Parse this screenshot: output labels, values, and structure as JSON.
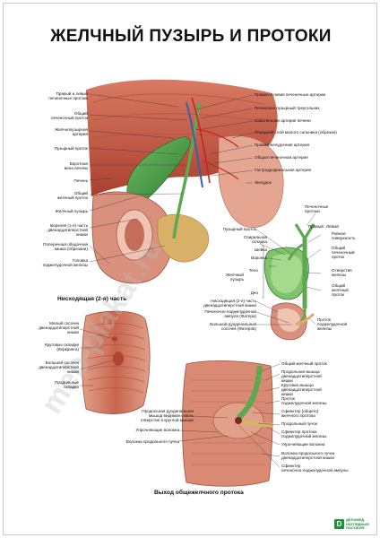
{
  "title": "ЖЕЛЧНЫЙ ПУЗЫРЬ И ПРОТОКИ",
  "colors": {
    "liver": "#c9614d",
    "liver_dark": "#9c3b2d",
    "muscle": "#cf7a62",
    "gallbladder": "#3f8f45",
    "bile_duct": "#5ea84f",
    "pancreas": "#d8b067",
    "artery": "#c8241f",
    "vein": "#3a5fa8",
    "duodenum": "#d9907c",
    "background": "#ffffff"
  },
  "main_left_labels": [
    "Правый и левый\nпеченочные протоки",
    "Общий\nпеченочный проток",
    "Желчнопузырная\nартерия",
    "Пузырный проток",
    "Воротная\nвена печени",
    "Печень",
    "Общий\nжелчный проток",
    "Желчный пузырь",
    "Верхняя (1-я) часть\nдвенадцатиперстной\nкишки",
    "Поперечная ободочная\nкишка (обрезана)",
    "Головка\nподжелудочной железы"
  ],
  "main_right_labels": [
    "Правая и левая печеночные артерии",
    "Печеночно пузырный треугольник",
    "Собственная артерия печени",
    "Передний слой малого сальника (обрезан)",
    "Правая желудочная артерия",
    "Общая печеночная артерия",
    "Гастродуоденальная артерия",
    "Желудок"
  ],
  "main_bottom_caption": "Нисходящая (2-я) часть",
  "gallbladder_panel_labels": {
    "hepatic_ducts": "Печеночные\nпротоки",
    "right": "Правый",
    "left": "Левый",
    "cystic_duct": "Пузырный проток",
    "spiral_fold": "Спиральная\nскладка",
    "smooth_surface": "Ровная\nповерхность",
    "neck": "Шейка",
    "infundibulum": "Воронка",
    "common_hepatic_duct": "Общий\nпеченочный\nпроток",
    "body": "Тело",
    "gland_openings": "Отверстия\nжелезы",
    "gallbladder": "Желчный\nпузырь",
    "fundus": "Дно",
    "common_bile_duct": "Общий\nжелчный\nпроток",
    "descending_part": "Нисходящая (2-я) часть\nдвенадцатиперстной кишки",
    "ampulla": "Печеночно-поджелудочная\nампула (Фатера)",
    "major_papilla": "Большой дуоденальный\nсосочек (Фатеров)",
    "pancreatic_duct": "Проток\nподжелудочной\nжелезы"
  },
  "duodenum_panel_labels": [
    "Малый сосочек\nдвенадцатиперстной\nкишки",
    "Круговые складки\n(Керкринга)",
    "Большой сосочек\nдвенадцатиперстной\nкишки",
    "Продольные\nскладки"
  ],
  "sphincter_panel_left_labels": [
    "Продольная дуоденальная\nмышца видимая сквозь\nотверстие в круглой мышце",
    "Упрочняющие волокна",
    "Волокна продольного пучка"
  ],
  "sphincter_panel_right_labels": [
    "Общий желчный проток",
    "Продольная мышца\nдвенадцатиперстной\nкишки",
    "Круговая мышца\nдвенадцатиперстной\nкишки",
    "Проток\nподжелудочной железы",
    "Сфинктер (общего)\nжелчного протока",
    "Продольный пучок",
    "Сфинктер протока\nподжелудочной железы",
    "Упрочняющие волокна",
    "Волокна продольного пучка\nдвенадцатиперстной кишки",
    "Сфинктер\nпеченочно-поджелудочной ампулы"
  ],
  "sphincter_panel_caption": "Выход общежелчного протока",
  "watermark": "meb-plakat.ru",
  "logo": {
    "mark": "D",
    "text": "ДЕЛАМЕД\nНАГЛЯДНЫЕ\nПОСОБИЯ"
  }
}
